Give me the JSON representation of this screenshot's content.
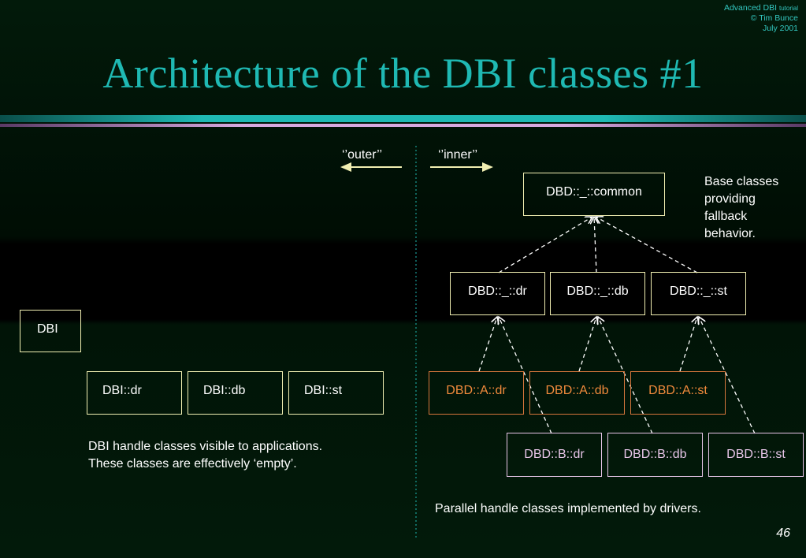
{
  "header": {
    "line1_main": "Advanced DBI",
    "line1_small": "tutorial",
    "line2": "© Tim Bunce",
    "line3": "July 2001"
  },
  "title": "Architecture of the DBI classes #1",
  "arrows": {
    "outer": "‘’outer’’",
    "inner": "‘’inner’’"
  },
  "left": {
    "dbi": "DBI",
    "handles": [
      "DBI::dr",
      "DBI::db",
      "DBI::st"
    ],
    "caption_line1": "DBI handle classes visible to applications.",
    "caption_line2": "These classes are effectively ‘empty’."
  },
  "right": {
    "common": "DBD::_::common",
    "base_note": [
      "Base classes",
      "providing",
      "fallback",
      "behavior."
    ],
    "base_handles": [
      "DBD::_::dr",
      "DBD::_::db",
      "DBD::_::st"
    ],
    "driver_a": [
      "DBD::A::dr",
      "DBD::A::db",
      "DBD::A::st"
    ],
    "driver_b": [
      "DBD::B::dr",
      "DBD::B::db",
      "DBD::B::st"
    ],
    "caption": "Parallel handle classes implemented by drivers."
  },
  "colors": {
    "title": "#1fb9b3",
    "box_border": "#f1efb2",
    "driver_a": "#f08a3c",
    "driver_b": "#e7c5e8"
  },
  "page_number": "46"
}
